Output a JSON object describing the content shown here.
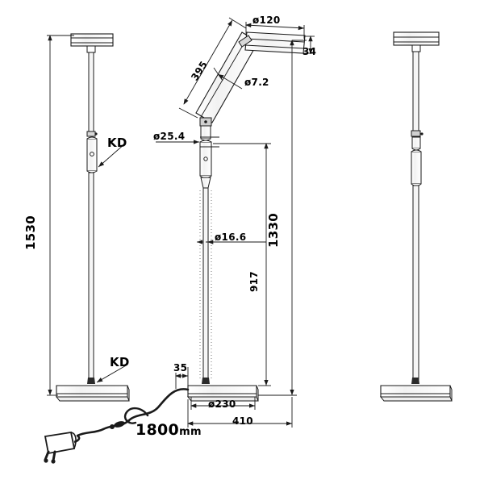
{
  "drawing": {
    "title": "floor lamp technical dimension drawing",
    "line_color": "#1a1a1a",
    "fill_color": "#ffffff",
    "background": "#ffffff",
    "units_note": "mm"
  },
  "views": {
    "left": {
      "name": "front view - lamp upright",
      "height_label": "1530",
      "callout_top": "KD",
      "callout_bottom": "KD"
    },
    "middle": {
      "name": "front view - arm tilted",
      "arm_length": "395",
      "head_diameter": "ø120",
      "head_height": "34",
      "arm_diameter": "ø7.2",
      "upper_tube_diameter": "ø25.4",
      "lower_tube_diameter": "ø16.6",
      "stem_height": "917",
      "total_height": "1330",
      "base_offset": "35",
      "base_diameter": "ø230",
      "base_span": "410",
      "cord_length": "1800",
      "cord_unit": "mm"
    },
    "right": {
      "name": "side view - lamp upright"
    }
  },
  "labels": {
    "h1530": "1530",
    "h1330": "1330",
    "h917": "917",
    "arm395": "395",
    "d120": "ø120",
    "h34": "34",
    "d72": "ø7.2",
    "d254": "ø25.4",
    "d166": "ø16.6",
    "b35": "35",
    "d230": "ø230",
    "w410": "410",
    "cord1800": "1800",
    "cord_unit": "mm",
    "kd_top": "KD",
    "kd_bottom": "KD"
  }
}
